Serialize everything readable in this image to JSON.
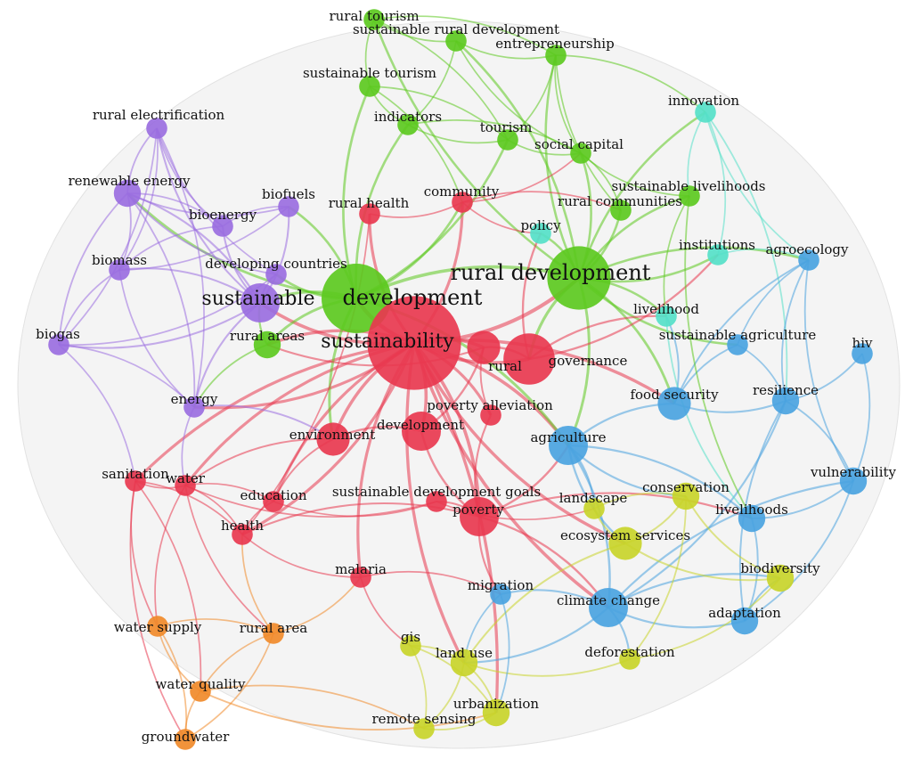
{
  "clusters": {
    "red": "#e8384f",
    "green": "#5cc91f",
    "purple": "#9a6ee0",
    "orange": "#f08a2a",
    "yellow": "#c8d42a",
    "blue": "#4aa3df",
    "cyan": "#55e0c8"
  },
  "nodes": [
    {
      "id": "rural tourism",
      "label": "rural tourism",
      "cluster": "green",
      "weight": 2
    },
    {
      "id": "sustainable rural development",
      "label": "sustainable rural development",
      "cluster": "green",
      "weight": 2
    },
    {
      "id": "entrepreneurship",
      "label": "entrepreneurship",
      "cluster": "green",
      "weight": 2
    },
    {
      "id": "sustainable tourism",
      "label": "sustainable tourism",
      "cluster": "green",
      "weight": 2
    },
    {
      "id": "innovation",
      "label": "innovation",
      "cluster": "cyan",
      "weight": 2
    },
    {
      "id": "rural electrification",
      "label": "rural electrification",
      "cluster": "purple",
      "weight": 2
    },
    {
      "id": "indicators",
      "label": "indicators",
      "cluster": "green",
      "weight": 2
    },
    {
      "id": "tourism",
      "label": "tourism",
      "cluster": "green",
      "weight": 2
    },
    {
      "id": "social capital",
      "label": "social capital",
      "cluster": "green",
      "weight": 2
    },
    {
      "id": "renewable energy",
      "label": "renewable energy",
      "cluster": "purple",
      "weight": 3
    },
    {
      "id": "biofuels",
      "label": "biofuels",
      "cluster": "purple",
      "weight": 2
    },
    {
      "id": "community",
      "label": "community",
      "cluster": "red",
      "weight": 2
    },
    {
      "id": "sustainable livelihoods",
      "label": "sustainable livelihoods",
      "cluster": "green",
      "weight": 2
    },
    {
      "id": "rural health",
      "label": "rural health",
      "cluster": "red",
      "weight": 2
    },
    {
      "id": "bioenergy",
      "label": "bioenergy",
      "cluster": "purple",
      "weight": 2
    },
    {
      "id": "rural communities",
      "label": "rural communities",
      "cluster": "green",
      "weight": 2
    },
    {
      "id": "policy",
      "label": "policy",
      "cluster": "cyan",
      "weight": 2
    },
    {
      "id": "institutions",
      "label": "institutions",
      "cluster": "cyan",
      "weight": 2
    },
    {
      "id": "agroecology",
      "label": "agroecology",
      "cluster": "blue",
      "weight": 2
    },
    {
      "id": "biomass",
      "label": "biomass",
      "cluster": "purple",
      "weight": 2
    },
    {
      "id": "developing countries",
      "label": "developing countries",
      "cluster": "purple",
      "weight": 2
    },
    {
      "id": "rural development",
      "label": "rural development",
      "cluster": "green",
      "weight": 9
    },
    {
      "id": "sustainable",
      "label": "sustainable",
      "cluster": "purple",
      "weight": 5
    },
    {
      "id": "development",
      "label": "development",
      "cluster": "green",
      "weight": 10
    },
    {
      "id": "livelihood",
      "label": "livelihood",
      "cluster": "cyan",
      "weight": 2
    },
    {
      "id": "sustainability",
      "label": "sustainability",
      "cluster": "red",
      "weight": 14
    },
    {
      "id": "biogas",
      "label": "biogas",
      "cluster": "purple",
      "weight": 2
    },
    {
      "id": "rural areas",
      "label": "rural areas",
      "cluster": "green",
      "weight": 3
    },
    {
      "id": "sustainable agriculture",
      "label": "sustainable agriculture",
      "cluster": "blue",
      "weight": 2
    },
    {
      "id": "hiv",
      "label": "hiv",
      "cluster": "blue",
      "weight": 2
    },
    {
      "id": "rural",
      "label": "rural",
      "cluster": "red",
      "weight": 4
    },
    {
      "id": "governance",
      "label": "governance",
      "cluster": "red",
      "weight": 7
    },
    {
      "id": "resilience",
      "label": "resilience",
      "cluster": "blue",
      "weight": 3
    },
    {
      "id": "food security",
      "label": "food security",
      "cluster": "blue",
      "weight": 4
    },
    {
      "id": "energy",
      "label": "energy",
      "cluster": "purple",
      "weight": 2
    },
    {
      "id": "poverty alleviation",
      "label": "poverty alleviation",
      "cluster": "red",
      "weight": 2
    },
    {
      "id": "development2",
      "label": "development",
      "cluster": "red",
      "weight": 5
    },
    {
      "id": "environment",
      "label": "environment",
      "cluster": "red",
      "weight": 4
    },
    {
      "id": "agriculture",
      "label": "agriculture",
      "cluster": "blue",
      "weight": 5
    },
    {
      "id": "vulnerability",
      "label": "vulnerability",
      "cluster": "blue",
      "weight": 3
    },
    {
      "id": "sanitation",
      "label": "sanitation",
      "cluster": "red",
      "weight": 2
    },
    {
      "id": "water",
      "label": "water",
      "cluster": "red",
      "weight": 2
    },
    {
      "id": "education",
      "label": "education",
      "cluster": "red",
      "weight": 2
    },
    {
      "id": "sustainable development goals",
      "label": "sustainable development goals",
      "cluster": "red",
      "weight": 2
    },
    {
      "id": "conservation",
      "label": "conservation",
      "cluster": "yellow",
      "weight": 3
    },
    {
      "id": "landscape",
      "label": "landscape",
      "cluster": "yellow",
      "weight": 2
    },
    {
      "id": "poverty",
      "label": "poverty",
      "cluster": "red",
      "weight": 5
    },
    {
      "id": "livelihoods",
      "label": "livelihoods",
      "cluster": "blue",
      "weight": 3
    },
    {
      "id": "health",
      "label": "health",
      "cluster": "red",
      "weight": 2
    },
    {
      "id": "ecosystem services",
      "label": "ecosystem services",
      "cluster": "yellow",
      "weight": 4
    },
    {
      "id": "biodiversity",
      "label": "biodiversity",
      "cluster": "yellow",
      "weight": 3
    },
    {
      "id": "malaria",
      "label": "malaria",
      "cluster": "red",
      "weight": 2
    },
    {
      "id": "migration",
      "label": "migration",
      "cluster": "blue",
      "weight": 2
    },
    {
      "id": "climate change",
      "label": "climate change",
      "cluster": "blue",
      "weight": 5
    },
    {
      "id": "water supply",
      "label": "water supply",
      "cluster": "orange",
      "weight": 2
    },
    {
      "id": "rural area",
      "label": "rural area",
      "cluster": "orange",
      "weight": 2
    },
    {
      "id": "adaptation",
      "label": "adaptation",
      "cluster": "blue",
      "weight": 3
    },
    {
      "id": "gis",
      "label": "gis",
      "cluster": "yellow",
      "weight": 2
    },
    {
      "id": "land use",
      "label": "land use",
      "cluster": "yellow",
      "weight": 3
    },
    {
      "id": "deforestation",
      "label": "deforestation",
      "cluster": "yellow",
      "weight": 2
    },
    {
      "id": "water quality",
      "label": "water quality",
      "cluster": "orange",
      "weight": 2
    },
    {
      "id": "urbanization",
      "label": "urbanization",
      "cluster": "yellow",
      "weight": 3
    },
    {
      "id": "remote sensing",
      "label": "remote sensing",
      "cluster": "yellow",
      "weight": 2
    },
    {
      "id": "groundwater",
      "label": "groundwater",
      "cluster": "orange",
      "weight": 2
    }
  ],
  "edges": [
    [
      "sustainability",
      "development"
    ],
    [
      "sustainability",
      "rural development"
    ],
    [
      "sustainability",
      "rural"
    ],
    [
      "sustainability",
      "governance"
    ],
    [
      "sustainability",
      "poverty"
    ],
    [
      "sustainability",
      "environment"
    ],
    [
      "sustainability",
      "development2"
    ],
    [
      "sustainability",
      "community"
    ],
    [
      "sustainability",
      "agriculture"
    ],
    [
      "sustainability",
      "climate change"
    ],
    [
      "sustainability",
      "sustainable"
    ],
    [
      "sustainability",
      "water"
    ],
    [
      "sustainability",
      "food security"
    ],
    [
      "sustainability",
      "rural areas"
    ],
    [
      "sustainability",
      "rural health"
    ],
    [
      "sustainability",
      "education"
    ],
    [
      "sustainability",
      "poverty alleviation"
    ],
    [
      "sustainability",
      "ecosystem services"
    ],
    [
      "sustainability",
      "urbanization"
    ],
    [
      "sustainability",
      "land use"
    ],
    [
      "sustainability",
      "energy"
    ],
    [
      "sustainability",
      "sanitation"
    ],
    [
      "sustainability",
      "health"
    ],
    [
      "sustainability",
      "malaria"
    ],
    [
      "development",
      "rural development"
    ],
    [
      "development",
      "sustainable"
    ],
    [
      "development",
      "indicators"
    ],
    [
      "development",
      "tourism"
    ],
    [
      "development",
      "sustainable tourism"
    ],
    [
      "development",
      "rural areas"
    ],
    [
      "development",
      "developing countries"
    ],
    [
      "development",
      "community"
    ],
    [
      "development",
      "renewable energy"
    ],
    [
      "development",
      "biofuels"
    ],
    [
      "development",
      "agriculture"
    ],
    [
      "development",
      "environment"
    ],
    [
      "rural development",
      "entrepreneurship"
    ],
    [
      "rural development",
      "social capital"
    ],
    [
      "rural development",
      "sustainable livelihoods"
    ],
    [
      "rural development",
      "rural communities"
    ],
    [
      "rural development",
      "innovation"
    ],
    [
      "rural development",
      "institutions"
    ],
    [
      "rural development",
      "agroecology"
    ],
    [
      "rural development",
      "governance"
    ],
    [
      "rural development",
      "livelihood"
    ],
    [
      "rural development",
      "sustainable agriculture"
    ],
    [
      "rural development",
      "food security"
    ],
    [
      "rural development",
      "sustainable rural development"
    ],
    [
      "rural development",
      "rural tourism"
    ],
    [
      "rural development",
      "policy"
    ],
    [
      "rural development",
      "agriculture"
    ],
    [
      "rural tourism",
      "sustainable rural development"
    ],
    [
      "rural tourism",
      "entrepreneurship"
    ],
    [
      "rural tourism",
      "sustainable tourism"
    ],
    [
      "rural tourism",
      "tourism"
    ],
    [
      "sustainable rural development",
      "entrepreneurship"
    ],
    [
      "sustainable rural development",
      "indicators"
    ],
    [
      "sustainable rural development",
      "social capital"
    ],
    [
      "entrepreneurship",
      "innovation"
    ],
    [
      "entrepreneurship",
      "social capital"
    ],
    [
      "entrepreneurship",
      "tourism"
    ],
    [
      "entrepreneurship",
      "rural communities"
    ],
    [
      "sustainable tourism",
      "tourism"
    ],
    [
      "sustainable tourism",
      "indicators"
    ],
    [
      "sustainable tourism",
      "community"
    ],
    [
      "innovation",
      "agroecology"
    ],
    [
      "innovation",
      "institutions"
    ],
    [
      "innovation",
      "sustainable livelihoods"
    ],
    [
      "innovation",
      "resilience"
    ],
    [
      "rural electrification",
      "renewable energy"
    ],
    [
      "rural electrification",
      "biomass"
    ],
    [
      "rural electrification",
      "bioenergy"
    ],
    [
      "rural electrification",
      "biogas"
    ],
    [
      "rural electrification",
      "developing countries"
    ],
    [
      "rural electrification",
      "energy"
    ],
    [
      "rural electrification",
      "sustainable"
    ],
    [
      "renewable energy",
      "biomass"
    ],
    [
      "renewable energy",
      "biofuels"
    ],
    [
      "renewable energy",
      "bioenergy"
    ],
    [
      "renewable energy",
      "biogas"
    ],
    [
      "renewable energy",
      "sustainable"
    ],
    [
      "renewable energy",
      "developing countries"
    ],
    [
      "renewable energy",
      "energy"
    ],
    [
      "biomass",
      "biogas"
    ],
    [
      "biomass",
      "bioenergy"
    ],
    [
      "biomass",
      "biofuels"
    ],
    [
      "biomass",
      "sustainable"
    ],
    [
      "biomass",
      "energy"
    ],
    [
      "biogas",
      "sanitation"
    ],
    [
      "biogas",
      "sustainable"
    ],
    [
      "biogas",
      "energy"
    ],
    [
      "biogas",
      "developing countries"
    ],
    [
      "bioenergy",
      "biofuels"
    ],
    [
      "bioenergy",
      "sustainable"
    ],
    [
      "biofuels",
      "sustainable"
    ],
    [
      "developing countries",
      "sustainable"
    ],
    [
      "energy",
      "sustainable"
    ],
    [
      "energy",
      "water"
    ],
    [
      "energy",
      "environment"
    ],
    [
      "sanitation",
      "water"
    ],
    [
      "sanitation",
      "health"
    ],
    [
      "sanitation",
      "water supply"
    ],
    [
      "sanitation",
      "water quality"
    ],
    [
      "sanitation",
      "groundwater"
    ],
    [
      "water",
      "health"
    ],
    [
      "water",
      "water supply"
    ],
    [
      "water",
      "education"
    ],
    [
      "water",
      "rural area"
    ],
    [
      "water supply",
      "rural area"
    ],
    [
      "water supply",
      "water quality"
    ],
    [
      "water supply",
      "groundwater"
    ],
    [
      "rural area",
      "water quality"
    ],
    [
      "rural area",
      "groundwater"
    ],
    [
      "rural area",
      "malaria"
    ],
    [
      "rural area",
      "health"
    ],
    [
      "water quality",
      "groundwater"
    ],
    [
      "water quality",
      "remote sensing"
    ],
    [
      "water quality",
      "urbanization"
    ],
    [
      "health",
      "education"
    ],
    [
      "health",
      "malaria"
    ],
    [
      "health",
      "poverty"
    ],
    [
      "health",
      "rural health"
    ],
    [
      "poverty",
      "poverty alleviation"
    ],
    [
      "poverty",
      "migration"
    ],
    [
      "poverty",
      "climate change"
    ],
    [
      "poverty",
      "sustainable development goals"
    ],
    [
      "poverty",
      "development2"
    ],
    [
      "poverty",
      "agriculture"
    ],
    [
      "poverty",
      "livelihoods"
    ],
    [
      "climate change",
      "adaptation"
    ],
    [
      "climate change",
      "vulnerability"
    ],
    [
      "climate change",
      "resilience"
    ],
    [
      "climate change",
      "deforestation"
    ],
    [
      "climate change",
      "migration"
    ],
    [
      "climate change",
      "land use"
    ],
    [
      "climate change",
      "agriculture"
    ],
    [
      "climate change",
      "biodiversity"
    ],
    [
      "adaptation",
      "vulnerability"
    ],
    [
      "adaptation",
      "resilience"
    ],
    [
      "adaptation",
      "livelihoods"
    ],
    [
      "adaptation",
      "biodiversity"
    ],
    [
      "vulnerability",
      "resilience"
    ],
    [
      "vulnerability",
      "livelihoods"
    ],
    [
      "vulnerability",
      "hiv"
    ],
    [
      "vulnerability",
      "agroecology"
    ],
    [
      "resilience",
      "hiv"
    ],
    [
      "resilience",
      "agroecology"
    ],
    [
      "resilience",
      "sustainable agriculture"
    ],
    [
      "resilience",
      "food security"
    ],
    [
      "food security",
      "agriculture"
    ],
    [
      "food security",
      "sustainable agriculture"
    ],
    [
      "food security",
      "livelihood"
    ],
    [
      "food security",
      "agroecology"
    ],
    [
      "agriculture",
      "conservation"
    ],
    [
      "agriculture",
      "landscape"
    ],
    [
      "agriculture",
      "ecosystem services"
    ],
    [
      "agriculture",
      "livelihoods"
    ],
    [
      "conservation",
      "biodiversity"
    ],
    [
      "conservation",
      "ecosystem services"
    ],
    [
      "conservation",
      "landscape"
    ],
    [
      "conservation",
      "deforestation"
    ],
    [
      "ecosystem services",
      "biodiversity"
    ],
    [
      "ecosystem services",
      "landscape"
    ],
    [
      "ecosystem services",
      "land use"
    ],
    [
      "land use",
      "urbanization"
    ],
    [
      "land use",
      "gis"
    ],
    [
      "land use",
      "remote sensing"
    ],
    [
      "land use",
      "deforestation"
    ],
    [
      "urbanization",
      "remote sensing"
    ],
    [
      "urbanization",
      "gis"
    ],
    [
      "gis",
      "remote sensing"
    ],
    [
      "deforestation",
      "biodiversity"
    ],
    [
      "migration",
      "urbanization"
    ],
    [
      "migration",
      "land use"
    ],
    [
      "community",
      "rural health"
    ],
    [
      "community",
      "policy"
    ],
    [
      "community",
      "rural communities"
    ],
    [
      "community",
      "social capital"
    ],
    [
      "governance",
      "policy"
    ],
    [
      "governance",
      "institutions"
    ],
    [
      "governance",
      "livelihood"
    ],
    [
      "governance",
      "rural"
    ],
    [
      "rural",
      "rural areas"
    ],
    [
      "rural",
      "poverty alleviation"
    ],
    [
      "rural",
      "development2"
    ],
    [
      "sustainable livelihoods",
      "livelihood"
    ],
    [
      "sustainable livelihoods",
      "social capital"
    ],
    [
      "sustainable livelihoods",
      "livelihoods"
    ],
    [
      "institutions",
      "agroecology"
    ],
    [
      "livelihood",
      "livelihoods"
    ],
    [
      "sustainable agriculture",
      "agroecology"
    ],
    [
      "environment",
      "education"
    ],
    [
      "environment",
      "development2"
    ],
    [
      "environment",
      "water"
    ],
    [
      "sustainable development goals",
      "education"
    ],
    [
      "sustainable development goals",
      "landscape"
    ],
    [
      "sustainable development goals",
      "water"
    ],
    [
      "malaria",
      "gis"
    ],
    [
      "malaria",
      "migration"
    ],
    [
      "rural areas",
      "energy"
    ],
    [
      "rural areas",
      "sustainable"
    ],
    [
      "indicators",
      "tourism"
    ],
    [
      "indicators",
      "social capital"
    ],
    [
      "tourism",
      "social capital"
    ],
    [
      "social capital",
      "rural communities"
    ]
  ]
}
